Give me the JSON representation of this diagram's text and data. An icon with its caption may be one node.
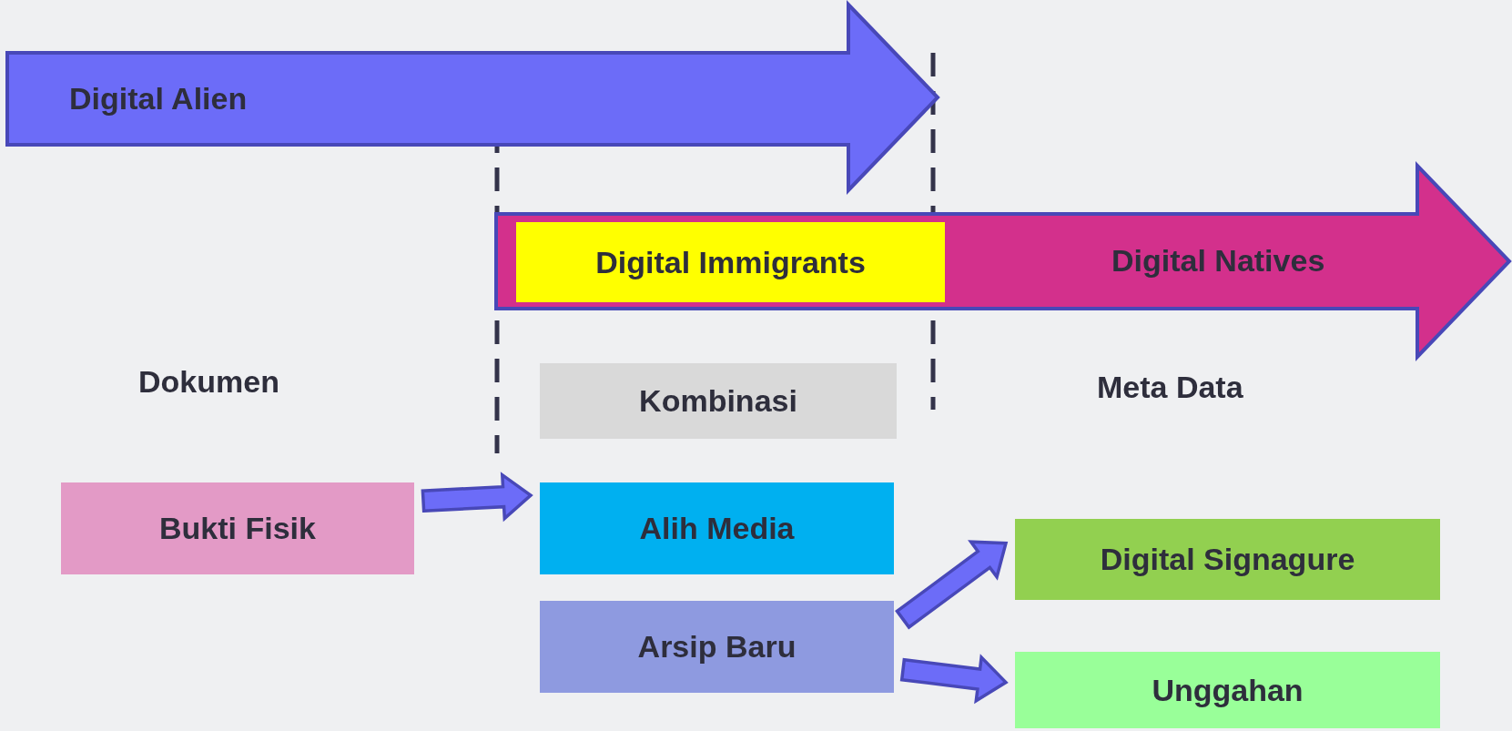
{
  "diagram": {
    "nodes": [
      {
        "text": [
          "Digital Alien"
        ]
      },
      {
        "text": [
          "Digital Natives"
        ]
      },
      {
        "text": [
          "Digital Immigrants"
        ],
        "in": 1
      },
      {
        "text": [
          "Kombinasi"
        ]
      },
      {
        "text": [
          "Bukti Fisik"
        ]
      },
      {
        "text": [
          "Alih Media"
        ]
      },
      {
        "text": [
          "Arsip Baru"
        ]
      },
      {
        "text": [
          "Digital Signagure"
        ]
      },
      {
        "text": [
          "Unggahan"
        ]
      }
    ],
    "edges": [
      {
        "from": 4,
        "to": 5,
        "arrow": "to"
      },
      {
        "from": 6,
        "to": 7,
        "arrow": "to"
      },
      {
        "from": 6,
        "to": 8,
        "arrow": "to"
      }
    ],
    "labels": [
      "Dokumen",
      "Meta Data"
    ]
  }
}
